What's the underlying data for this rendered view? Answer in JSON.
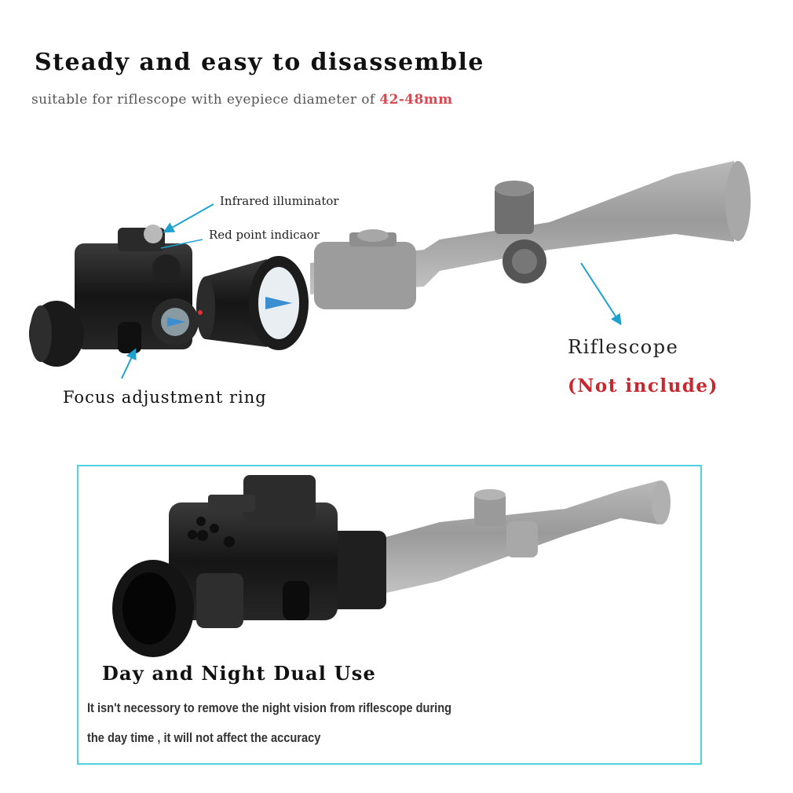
{
  "heading": {
    "title": "Steady and easy to disassemble",
    "subtitle_prefix": "suitable for riflescope with eyepiece diameter of ",
    "subtitle_highlight": "42-48mm"
  },
  "callouts": {
    "infrared": "Infrared illuminator",
    "red_point": "Red point indicaor",
    "focus": "Focus adjustment ring",
    "riflescope": "Riflescope",
    "not_include": "(Not include)"
  },
  "dual_use": {
    "title": "Day and Night Dual Use",
    "line1": "It isn't necessory to remove the night vision from riflescope during",
    "line2": "the day time , it will not affect the accuracy"
  },
  "colors": {
    "arrow": "#1da1d0",
    "frame": "#4fd3e0",
    "highlight": "#e0454f",
    "not_include": "#c8282d"
  }
}
